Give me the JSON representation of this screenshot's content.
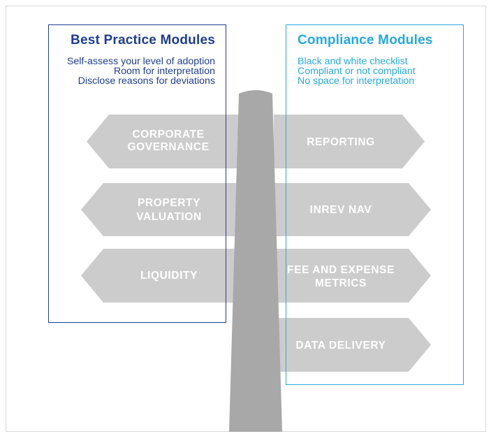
{
  "best_practice": {
    "title": "Best Practice Modules",
    "lines": [
      "Self-assess your level of adoption",
      "Room for interpretation",
      "Disclose reasons for deviations"
    ],
    "color": "#1f3d91"
  },
  "compliance": {
    "title": "Compliance Modules",
    "lines": [
      "Black and white checklist",
      "Compliant or not compliant",
      "No space for interpretation"
    ],
    "color": "#27a9dc"
  },
  "signs": {
    "left": [
      {
        "line1": "CORPORATE",
        "line2": "GOVERNANCE"
      },
      {
        "line1": "PROPERTY",
        "line2": "VALUATION"
      },
      {
        "line1": "LIQUIDITY",
        "line2": ""
      }
    ],
    "right": [
      {
        "line1": "REPORTING",
        "line2": ""
      },
      {
        "line1": "INREV NAV",
        "line2": ""
      },
      {
        "line1": "FEE AND EXPENSE",
        "line2": "METRICS"
      },
      {
        "line1": "DATA DELIVERY",
        "line2": ""
      }
    ],
    "sign_color": "#cccccc",
    "post_color": "#a8a8a8"
  }
}
